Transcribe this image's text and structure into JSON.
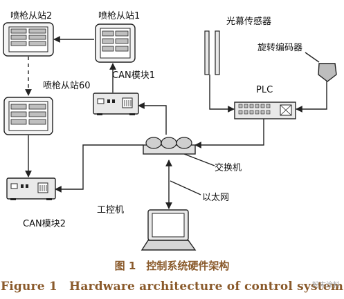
{
  "nodes": {
    "nozzle_slave_2": "喷枪从站2",
    "nozzle_slave_1": "喷枪从站1",
    "nozzle_slave_60": "喷枪从站60",
    "can_module_1": "CAN模块1",
    "can_module_2": "CAN模块2",
    "light_curtain_sensor": "光幕传感器",
    "rotary_encoder": "旋转编码器",
    "plc": "PLC",
    "switch": "交换机",
    "ethernet": "以太网",
    "industrial_pc": "工控机"
  },
  "caption": {
    "cn": "图 1　控制系统硬件架构",
    "en": "Figure 1　Hardware architecture of control system"
  },
  "watermark": "粉末涂料",
  "colors": {
    "line": "#222222",
    "caption": "#8a5a2b",
    "device_fill": "#e9e9e9"
  }
}
